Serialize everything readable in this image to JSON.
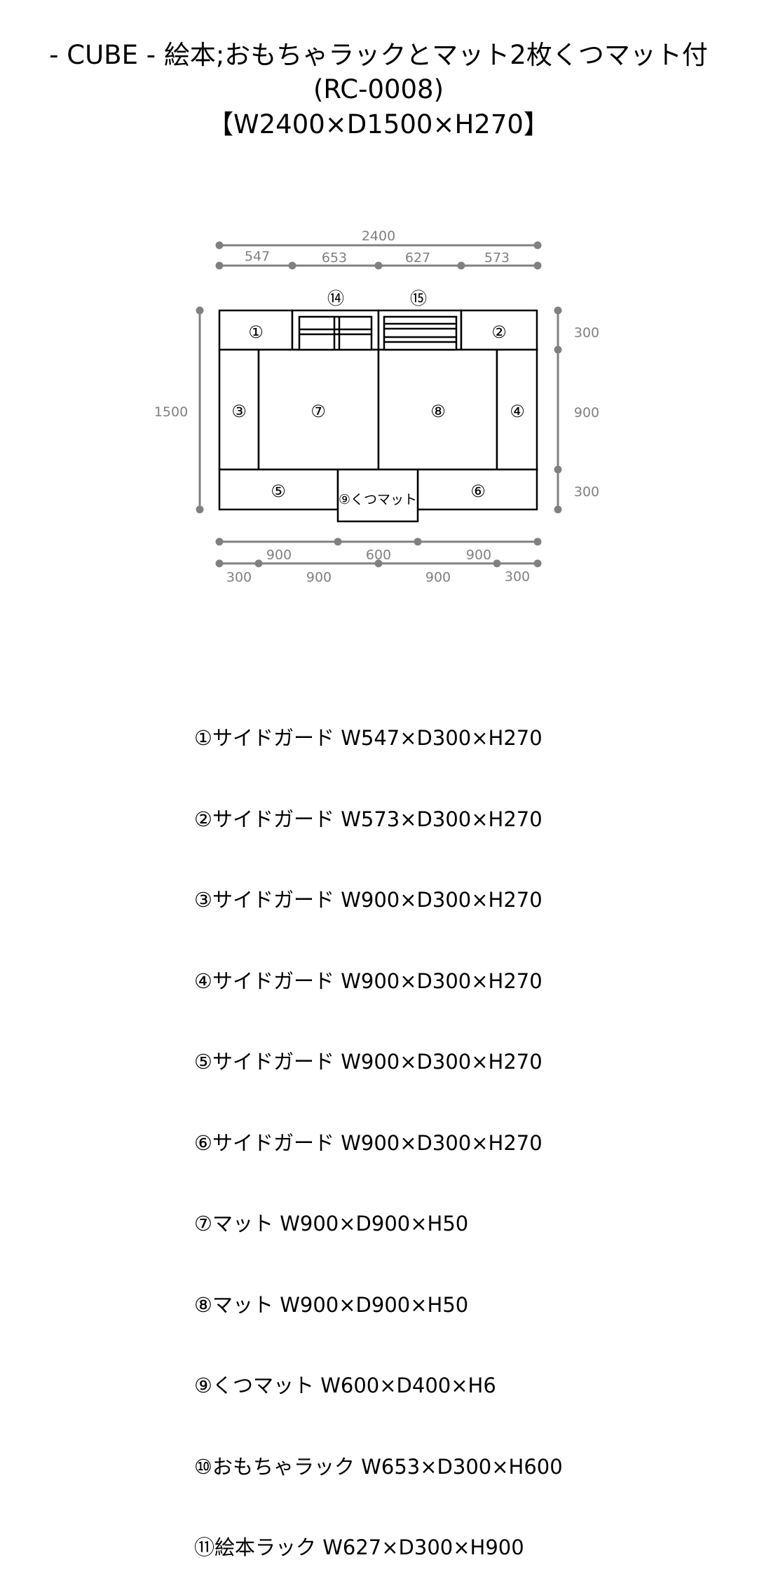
{
  "title": {
    "line1": "- CUBE - 絵本;おもちゃラックとマット2枚くつマット付",
    "line2": "(RC-0008)",
    "line3": "【W2400×D1500×H270】"
  },
  "dimensions": {
    "total_width": "2400",
    "top_segments": [
      "547",
      "653",
      "627",
      "573"
    ],
    "total_depth": "1500",
    "right_segments": [
      "300",
      "900",
      "300"
    ],
    "bottom_row1": [
      "900",
      "600",
      "900"
    ],
    "bottom_row2": [
      "300",
      "900",
      "900",
      "300"
    ]
  },
  "parts_labels": {
    "p1": "①",
    "p2": "②",
    "p3": "③",
    "p4": "④",
    "p5": "⑤",
    "p6": "⑥",
    "p7": "⑦",
    "p8": "⑧",
    "p9": "⑨くつマット",
    "p14": "⑭",
    "p15": "⑮"
  },
  "parts_list": [
    "①サイドガード W547×D300×H270",
    "②サイドガード W573×D300×H270",
    "③サイドガード W900×D300×H270",
    "④サイドガード W900×D300×H270",
    "⑤サイドガード W900×D300×H270",
    "⑥サイドガード W900×D300×H270",
    "⑦マット W900×D900×H50",
    "⑧マット W900×D900×H50",
    "⑨くつマット W600×D400×H6",
    "⑩おもちゃラック W653×D300×H600",
    "⑪絵本ラック W627×D300×H900"
  ]
}
